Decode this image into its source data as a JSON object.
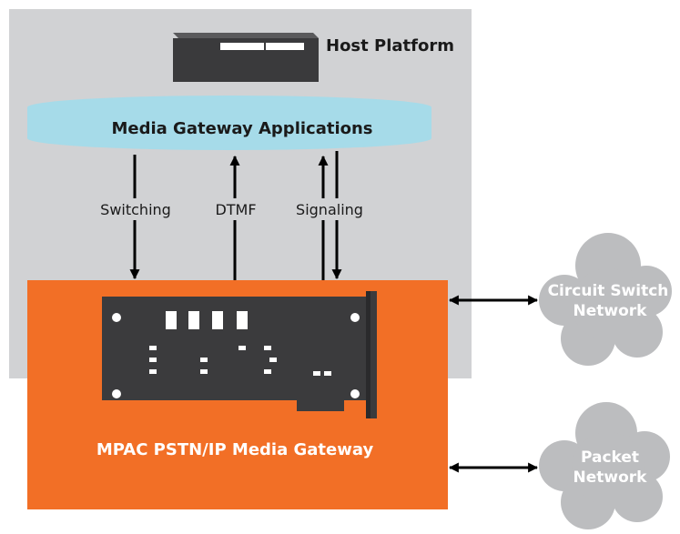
{
  "host": {
    "label": "Host Platform"
  },
  "applications": {
    "label": "Media Gateway Applications"
  },
  "interfaces": {
    "switching": "Switching",
    "dtmf": "DTMF",
    "signaling": "Signaling"
  },
  "gateway": {
    "label": "MPAC PSTN/IP Media Gateway"
  },
  "clouds": {
    "circuit_switch": [
      "Circuit Switch",
      "Network"
    ],
    "packet": [
      "Packet",
      "Network"
    ]
  },
  "colors": {
    "host_background": "#d1d2d4",
    "server": "#3a3a3c",
    "applications_fill": "#a6dbe9",
    "gateway_fill": "#f26f26",
    "card_fill": "#3b3b3d",
    "cloud_fill": "#bcbdbf",
    "arrow": "#000000"
  }
}
